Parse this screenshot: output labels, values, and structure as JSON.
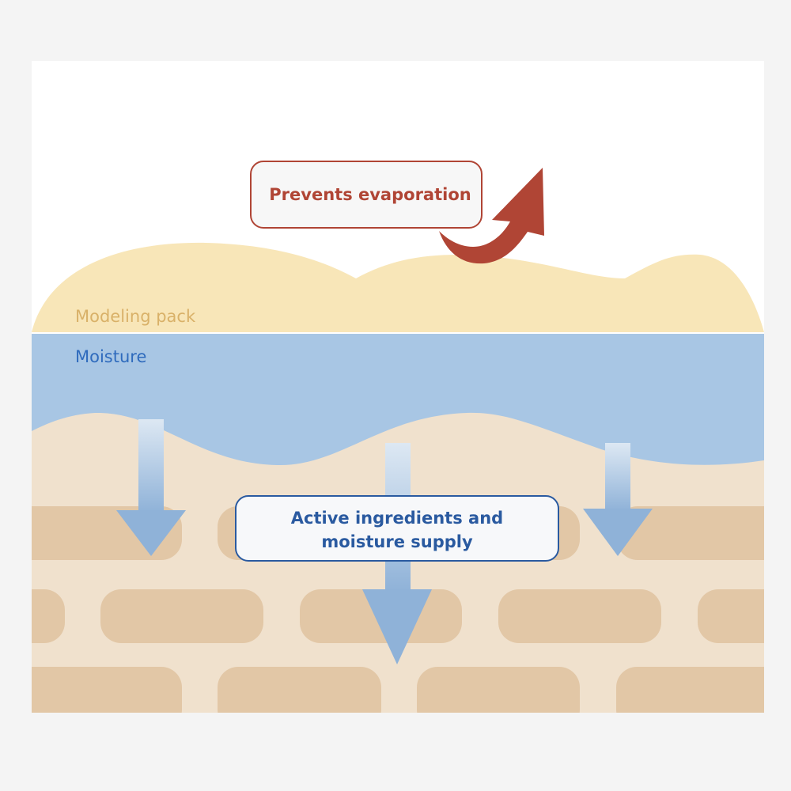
{
  "labels": {
    "evaporation": "Prevents evaporation",
    "pack": "Modeling pack",
    "moisture": "Moisture",
    "supply_line1": "Active ingredients and",
    "supply_line2": "moisture supply"
  },
  "colors": {
    "background": "#f4f4f4",
    "panel": "#ffffff",
    "pack": "#f8e6b8",
    "pack_text": "#d9b168",
    "moisture": "#a8c6e4",
    "moisture_text": "#2f6bbd",
    "skin": "#f0e1cd",
    "brick": "#e2c7a6",
    "red": "#b04535",
    "blue_text": "#2a5aa0"
  }
}
